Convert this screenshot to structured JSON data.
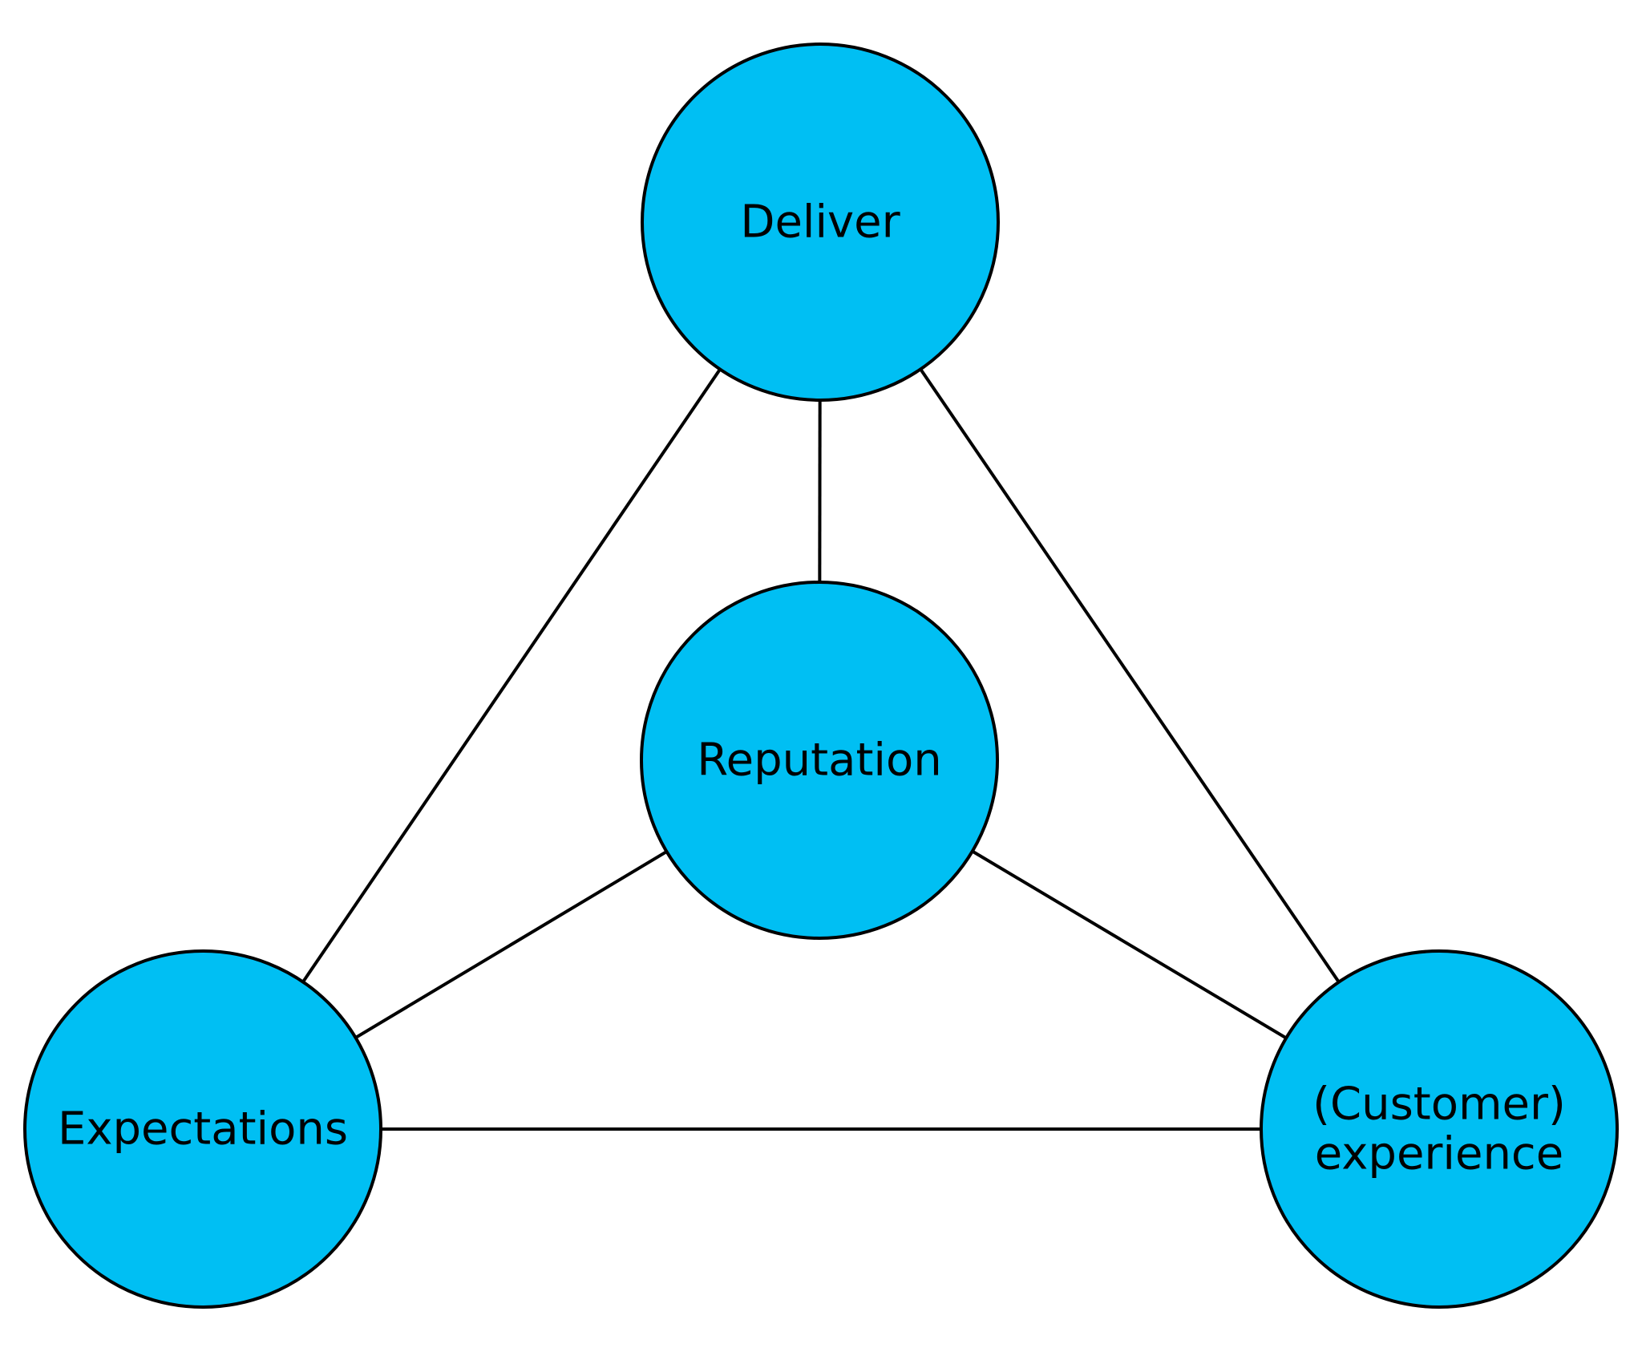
{
  "diagram": {
    "type": "triangle-network",
    "colors": {
      "node_fill": "#00BFF3",
      "node_stroke": "#000000",
      "edge": "#000000",
      "background": "#FFFFFF"
    },
    "nodes": [
      {
        "id": "deliver",
        "lines": [
          "Deliver"
        ],
        "position": "top"
      },
      {
        "id": "reputation",
        "lines": [
          "Reputation"
        ],
        "position": "center"
      },
      {
        "id": "expectations",
        "lines": [
          "Expectations"
        ],
        "position": "bottom-left"
      },
      {
        "id": "customer-experience",
        "lines": [
          "(Customer)",
          "experience"
        ],
        "position": "bottom-right"
      }
    ],
    "edges": [
      {
        "from": "deliver",
        "to": "reputation"
      },
      {
        "from": "deliver",
        "to": "expectations"
      },
      {
        "from": "deliver",
        "to": "customer-experience"
      },
      {
        "from": "reputation",
        "to": "expectations"
      },
      {
        "from": "reputation",
        "to": "customer-experience"
      },
      {
        "from": "expectations",
        "to": "customer-experience"
      }
    ]
  }
}
